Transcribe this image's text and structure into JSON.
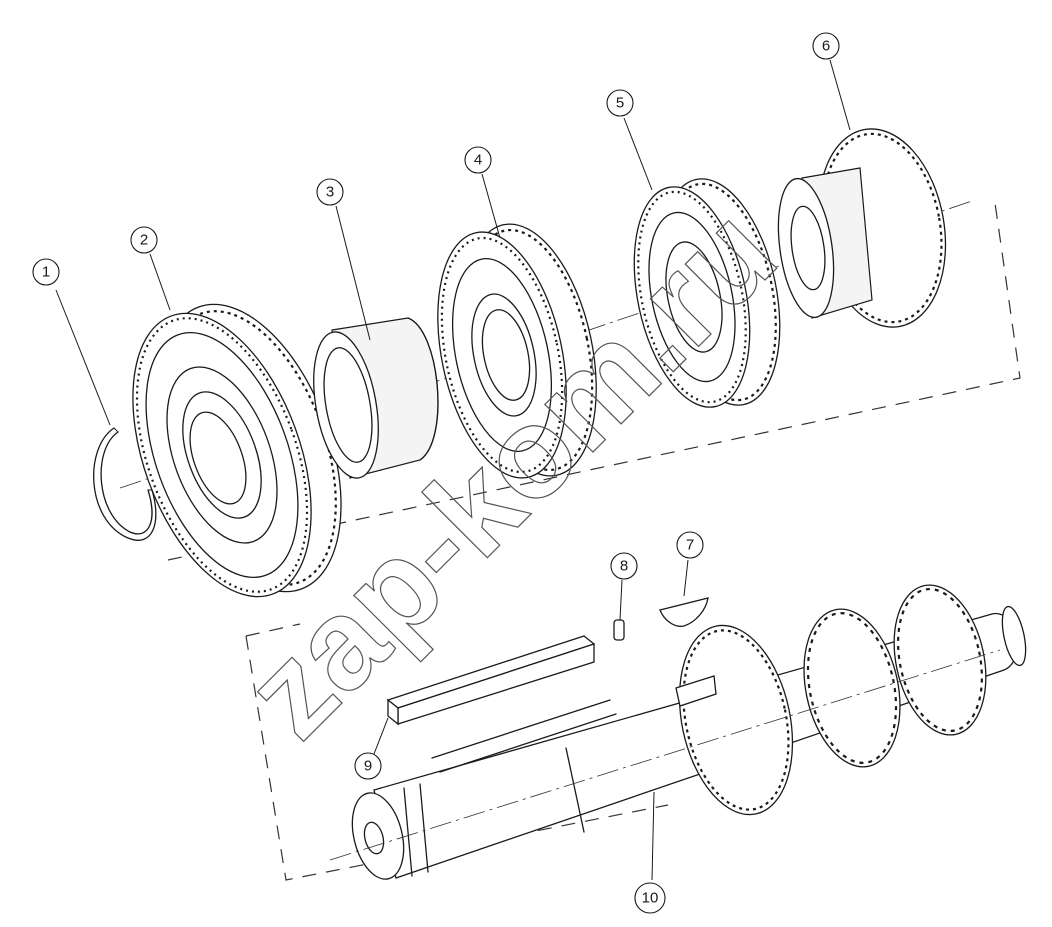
{
  "watermark": "zap-kom.ru",
  "callouts": [
    "1",
    "2",
    "3",
    "4",
    "5",
    "6",
    "7",
    "8",
    "9",
    "10"
  ]
}
